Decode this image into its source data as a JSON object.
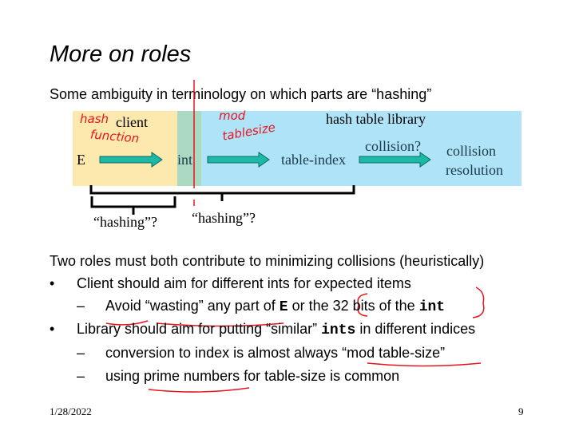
{
  "title": "More on roles",
  "subtitle": "Some ambiguity in terminology on which parts are “hashing”",
  "diagram": {
    "client_label": "client",
    "library_label": "hash table library",
    "e": "E",
    "int": "int",
    "table_index": "table-index",
    "collision_q": "collision?",
    "collision_resolution_1": "collision",
    "collision_resolution_2": "resolution",
    "hashing_1": "“hashing”?",
    "hashing_2": "“hashing”?",
    "colors": {
      "client": "#fde8ae",
      "int": "#acd9c2",
      "library": "#afe3f7",
      "arrow": "#1cb9a6",
      "ink": "#e8141e"
    }
  },
  "handwriting": {
    "hash_function_1": "hash",
    "hash_function_2": "function",
    "mod_1": "mod",
    "mod_2": "tablesize"
  },
  "content": {
    "intro": "Two roles must both contribute to minimizing collisions (heuristically)",
    "b1": "Client should aim for different ints for expected items",
    "b1a_pre": "Avoid “wasting” any part of ",
    "b1a_code1": "E",
    "b1a_mid": " or the 32 bits of the ",
    "b1a_code2": "int",
    "b2_pre": "Library should aim for putting “similar” ",
    "b2_code": "ints",
    "b2_post": " in different indices",
    "b2a": "conversion to index is almost always “mod table-size”",
    "b2b": "using prime numbers for table-size is common",
    "bullet": "•",
    "dash": "–"
  },
  "footer": {
    "date": "1/28/2022",
    "page": "9"
  }
}
